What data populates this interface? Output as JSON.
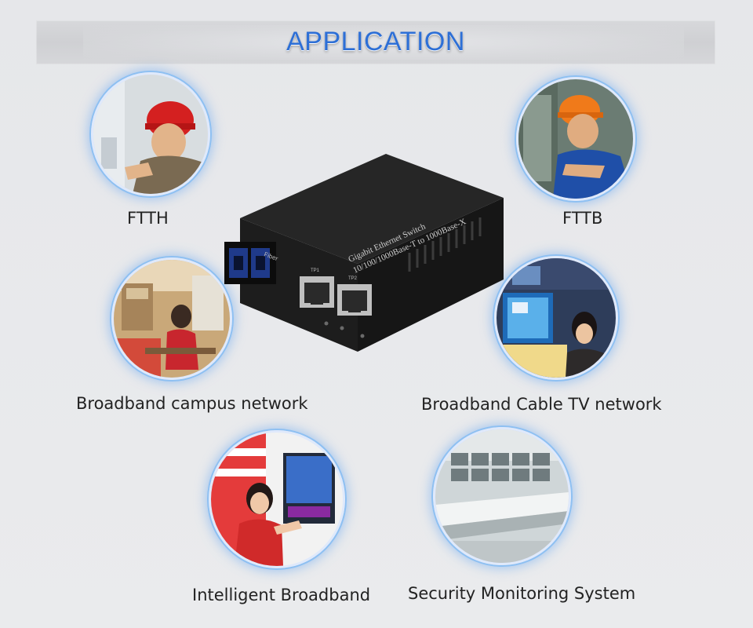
{
  "banner": {
    "title": "APPLICATION"
  },
  "device": {
    "label_line1": "Gigabit Ethernet Switch",
    "label_line2": "10/100/1000Base-T to 1000Base-X",
    "fiber_label": "Fiber",
    "port1_label": "TP1",
    "port2_label": "TP2"
  },
  "applications": [
    {
      "caption": "FTTH",
      "icon": "technician-photo"
    },
    {
      "caption": "FTTB",
      "icon": "technician-photo"
    },
    {
      "caption": "Broadband campus network",
      "icon": "campus-photo"
    },
    {
      "caption": "Broadband Cable TV network",
      "icon": "tv-photo"
    },
    {
      "caption": "Intelligent Broadband",
      "icon": "home-photo"
    },
    {
      "caption": "Security Monitoring System",
      "icon": "control-room-photo"
    }
  ]
}
